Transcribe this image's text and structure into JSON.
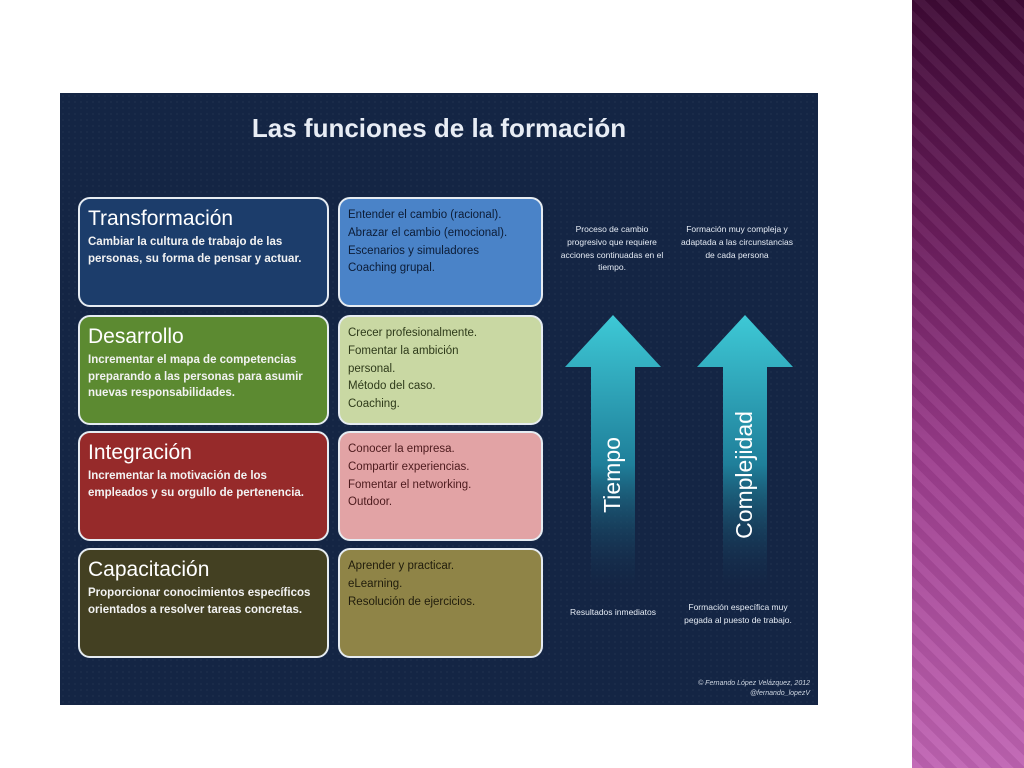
{
  "slide_title": "Las funciones de la formación",
  "rows": [
    {
      "name": "Transformación",
      "description": "Cambiar la cultura de trabajo de las personas, su forma de pensar y actuar.",
      "activities": [
        "Entender el cambio (racional).",
        "Abrazar el cambio (emocional).",
        "Escenarios y simuladores",
        "Coaching grupal."
      ]
    },
    {
      "name": "Desarrollo",
      "description": "Incrementar el mapa de competencias preparando a las personas para asumir nuevas responsabilidades.",
      "activities": [
        "Crecer profesionalmente.",
        "Fomentar la ambición",
        "personal.",
        "Método del caso.",
        "Coaching."
      ]
    },
    {
      "name": "Integración",
      "description": "Incrementar la motivación de los empleados y su orgullo de pertenencia.",
      "activities": [
        "Conocer la empresa.",
        "Compartir experiencias.",
        "Fomentar el networking.",
        "Outdoor."
      ]
    },
    {
      "name": "Capacitación",
      "description": "Proporcionar conocimientos específicos orientados a resolver tareas concretas.",
      "activities": [
        "Aprender y practicar.",
        "eLearning.",
        "Resolución de ejercicios."
      ]
    }
  ],
  "arrows": [
    {
      "label": "Tiempo",
      "top_note": "Proceso de cambio progresivo que requiere acciones continuadas en el tiempo.",
      "bottom_note": "Resultados inmediatos"
    },
    {
      "label": "Complejidad",
      "top_note": "Formación muy compleja y adaptada a las circunstancias de cada persona",
      "bottom_note": "Formación específica muy pegada al puesto de trabajo."
    }
  ],
  "credit": [
    "© Fernando López Velázquez, 2012",
    "@fernando_lopezV"
  ],
  "colors": {
    "background": "#142544",
    "transformacion": "#1c3d6b",
    "desarrollo": "#5c8a31",
    "integracion": "#962a2a",
    "capacitacion": "#434022",
    "arrow_top": "#3ec9d6",
    "side_band": "#7a2a6c"
  }
}
